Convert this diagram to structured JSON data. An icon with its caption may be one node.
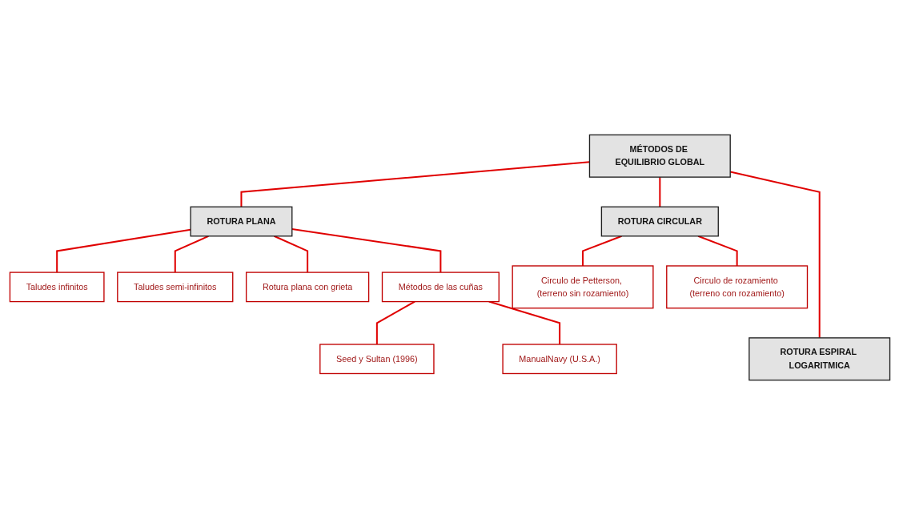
{
  "diagram": {
    "nodes": [
      {
        "text": [
          "MÉTODOS DE EQUILIBRIO GLOBAL"
        ]
      },
      {
        "text": [
          "ROTURA PLANA"
        ]
      },
      {
        "text": [
          "ROTURA CIRCULAR"
        ]
      },
      {
        "text": [
          "Taludes infinitos"
        ]
      },
      {
        "text": [
          "Taludes semi-infinitos"
        ]
      },
      {
        "text": [
          "Rotura plana con grieta"
        ]
      },
      {
        "text": [
          "Métodos de las cuñas"
        ]
      },
      {
        "text": [
          "Circulo de Petterson, (terreno sin rozamiento)"
        ]
      },
      {
        "text": [
          "Circulo de rozamiento (terreno con rozamiento)"
        ]
      },
      {
        "text": [
          "Seed y Sultan (1996)"
        ]
      },
      {
        "text": [
          "ManualNavy (U.S.A.)"
        ]
      },
      {
        "text": [
          "ROTURA ESPIRAL LOGARITMICA"
        ]
      }
    ],
    "edges": [
      {
        "from": 0,
        "to": 1,
        "arrow": "none"
      },
      {
        "from": 0,
        "to": 2,
        "arrow": "none"
      },
      {
        "from": 0,
        "to": 11,
        "arrow": "none"
      },
      {
        "from": 1,
        "to": 3,
        "arrow": "none"
      },
      {
        "from": 1,
        "to": 4,
        "arrow": "none"
      },
      {
        "from": 1,
        "to": 5,
        "arrow": "none"
      },
      {
        "from": 1,
        "to": 6,
        "arrow": "none"
      },
      {
        "from": 2,
        "to": 7,
        "arrow": "none"
      },
      {
        "from": 2,
        "to": 8,
        "arrow": "none"
      },
      {
        "from": 6,
        "to": 9,
        "arrow": "none"
      },
      {
        "from": 6,
        "to": 10,
        "arrow": "none"
      }
    ]
  }
}
